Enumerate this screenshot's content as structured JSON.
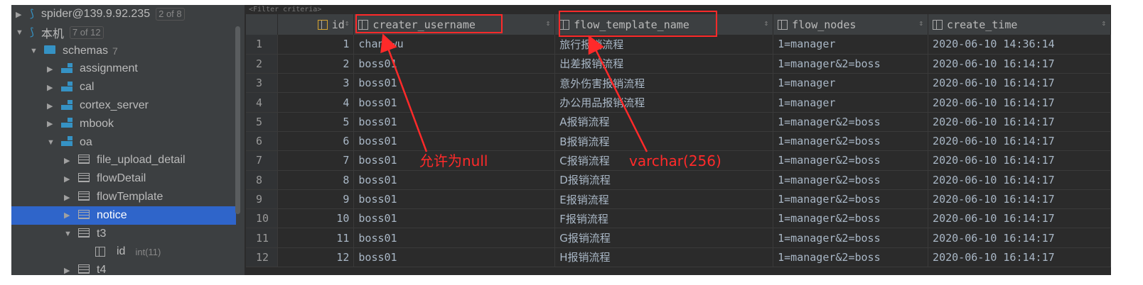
{
  "sidebar": {
    "items": [
      {
        "label": "spider@139.9.92.235",
        "badge": "2 of 8",
        "icon": "mysql-datasource-icon",
        "expanded": false
      },
      {
        "label": "本机",
        "badge": "7 of 12",
        "icon": "mysql-datasource-icon",
        "expanded": true
      },
      {
        "label": "schemas",
        "count": "7",
        "icon": "folder-icon",
        "expanded": true
      },
      {
        "label": "assignment",
        "icon": "schema-icon"
      },
      {
        "label": "cal",
        "icon": "schema-icon"
      },
      {
        "label": "cortex_server",
        "icon": "schema-icon"
      },
      {
        "label": "mbook",
        "icon": "schema-icon"
      },
      {
        "label": "oa",
        "icon": "schema-icon",
        "expanded": true
      },
      {
        "label": "file_upload_detail",
        "icon": "table-icon"
      },
      {
        "label": "flowDetail",
        "icon": "table-icon"
      },
      {
        "label": "flowTemplate",
        "icon": "table-icon"
      },
      {
        "label": "notice",
        "icon": "table-icon",
        "selected": true
      },
      {
        "label": "t3",
        "icon": "table-icon",
        "expanded": true
      },
      {
        "label": "id",
        "type": "int(11)",
        "icon": "column-icon"
      },
      {
        "label": "t4",
        "icon": "table-icon"
      }
    ]
  },
  "filter": {
    "placeholder": "<Filter criteria>"
  },
  "grid": {
    "columns": [
      "id",
      "creater_username",
      "flow_template_name",
      "flow_nodes",
      "create_time"
    ],
    "rows": [
      [
        "1",
        "1",
        "changwu",
        "旅行报销流程",
        "1=manager",
        "2020-06-10 14:36:14"
      ],
      [
        "2",
        "2",
        "boss01",
        "出差报销流程",
        "1=manager&2=boss",
        "2020-06-10 16:14:17"
      ],
      [
        "3",
        "3",
        "boss01",
        "意外伤害报销流程",
        "1=manager",
        "2020-06-10 16:14:17"
      ],
      [
        "4",
        "4",
        "boss01",
        "办公用品报销流程",
        "1=manager",
        "2020-06-10 16:14:17"
      ],
      [
        "5",
        "5",
        "boss01",
        "A报销流程",
        "1=manager&2=boss",
        "2020-06-10 16:14:17"
      ],
      [
        "6",
        "6",
        "boss01",
        "B报销流程",
        "1=manager&2=boss",
        "2020-06-10 16:14:17"
      ],
      [
        "7",
        "7",
        "boss01",
        "C报销流程",
        "1=manager&2=boss",
        "2020-06-10 16:14:17"
      ],
      [
        "8",
        "8",
        "boss01",
        "D报销流程",
        "1=manager&2=boss",
        "2020-06-10 16:14:17"
      ],
      [
        "9",
        "9",
        "boss01",
        "E报销流程",
        "1=manager&2=boss",
        "2020-06-10 16:14:17"
      ],
      [
        "10",
        "10",
        "boss01",
        "F报销流程",
        "1=manager&2=boss",
        "2020-06-10 16:14:17"
      ],
      [
        "11",
        "11",
        "boss01",
        "G报销流程",
        "1=manager&2=boss",
        "2020-06-10 16:14:17"
      ],
      [
        "12",
        "12",
        "boss01",
        "H报销流程",
        "1=manager&2=boss",
        "2020-06-10 16:14:17"
      ]
    ]
  },
  "annotations": {
    "nullable": "允许为null",
    "varchar": "varchar(256)",
    "color": "#ff2a2a"
  },
  "colors": {
    "selection": "#2f65ca",
    "sidebar_bg": "#3c3f41",
    "grid_bg": "#2b2b2b"
  }
}
